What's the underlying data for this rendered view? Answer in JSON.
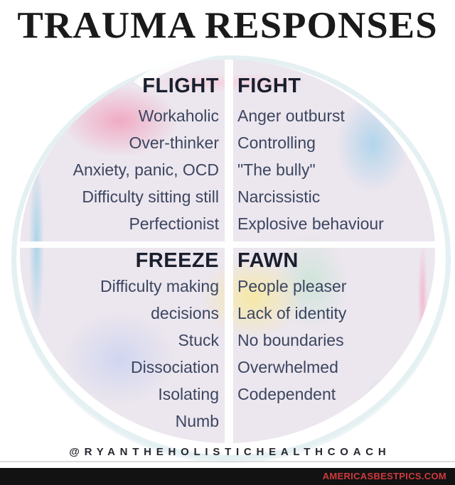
{
  "title": "TRAUMA RESPONSES",
  "quadrants": [
    {
      "id": "flight",
      "label": "FLIGHT",
      "align": "right",
      "items": [
        "Workaholic",
        "Over-thinker",
        "Anxiety, panic, OCD",
        "Difficulty sitting still",
        "Perfectionist"
      ]
    },
    {
      "id": "fight",
      "label": "FIGHT",
      "align": "left",
      "items": [
        "Anger outburst",
        "Controlling",
        "\"The bully\"",
        "Narcissistic",
        "Explosive behaviour"
      ]
    },
    {
      "id": "freeze",
      "label": "FREEZE",
      "align": "right",
      "items": [
        "Difficulty making\ndecisions",
        "Stuck",
        "Dissociation",
        "Isolating",
        "Numb"
      ]
    },
    {
      "id": "fawn",
      "label": "FAWN",
      "align": "left",
      "items": [
        "People pleaser",
        "Lack of identity",
        "No boundaries",
        "Overwhelmed",
        "Codependent"
      ]
    }
  ],
  "footer": {
    "handle": "@RYANTHEHOLISTICHEALTHCOACH",
    "watermark": "AMERICASBESTPICS.COM"
  },
  "colors": {
    "title_text": "#1a1a1a",
    "header_text": "#1a1f2e",
    "item_text": "#3b4660",
    "divider_white": "#ffffff",
    "watermark_red": "#ce3a3d",
    "bottom_bar": "#121212",
    "wash_pink": "#f1a7c1",
    "wash_blue": "#a2d2e9",
    "wash_yellow": "#f8e994",
    "wash_green": "#b7e3c9",
    "wash_lavender": "#cbd3f0",
    "wash_teal": "#c1e3e3"
  }
}
